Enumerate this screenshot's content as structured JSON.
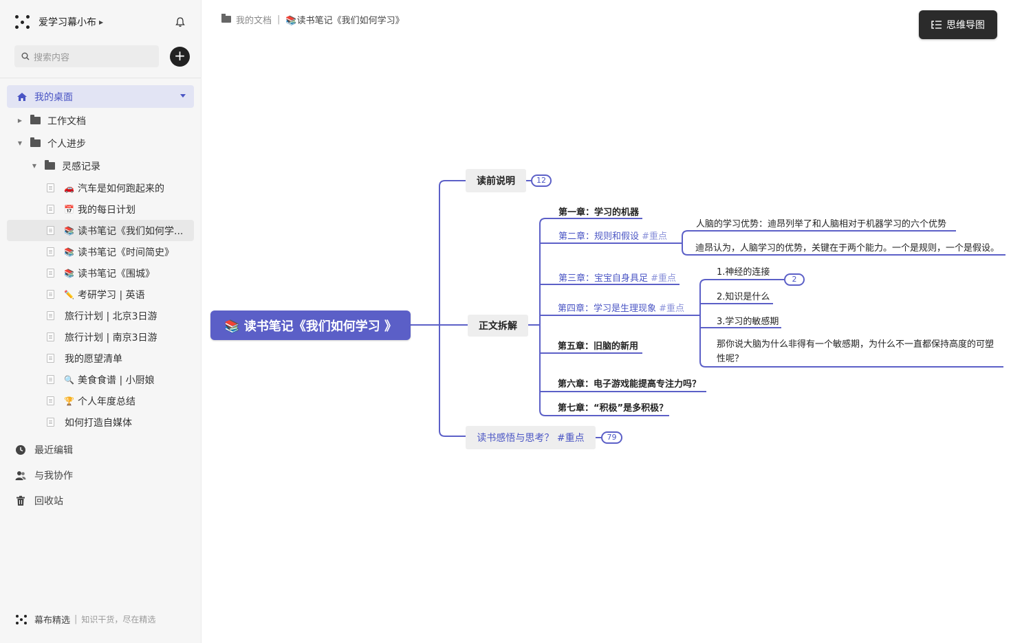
{
  "sidebar": {
    "user_name": "爱学习幕小布",
    "search_placeholder": "搜索内容",
    "desk_label": "我的桌面",
    "tree": [
      {
        "label": "工作文档"
      },
      {
        "label": "个人进步"
      },
      {
        "label": "灵感记录"
      },
      {
        "emoji": "🚗",
        "label": "汽车是如何跑起来的"
      },
      {
        "emoji": "📅",
        "label": "我的每日计划"
      },
      {
        "emoji": "📚",
        "label": "读书笔记《我们如何学..."
      },
      {
        "emoji": "📚",
        "label": "读书笔记《时间简史》"
      },
      {
        "emoji": "📚",
        "label": "读书笔记《围城》"
      },
      {
        "emoji": "✏️",
        "label": "考研学习 | 英语"
      },
      {
        "label": "旅行计划 | 北京3日游"
      },
      {
        "label": "旅行计划 | 南京3日游"
      },
      {
        "label": "我的愿望清单"
      },
      {
        "emoji": "🔍",
        "label": "美食食谱 | 小厨娘"
      },
      {
        "emoji": "🏆",
        "label": "个人年度总结"
      },
      {
        "label": "如何打造自媒体"
      }
    ],
    "recent": "最近编辑",
    "collab": "与我协作",
    "trash": "回收站",
    "footer_brand": "幕布精选",
    "footer_slogan": "知识干货，尽在精选"
  },
  "breadcrumb": {
    "parent": "我的文档",
    "current": "📚读书笔记《我们如何学习》"
  },
  "mindmap_button": "思维导图",
  "mindmap": {
    "root": "📚 读书笔记《我们如何学习 》",
    "branch1": "读前说明",
    "branch1_count": "12",
    "branch2": "正文拆解",
    "branch3": "读书感悟与思考？",
    "branch3_tag": "#重点",
    "branch3_count": "79",
    "ch1": "第一章：学习的机器",
    "ch2": "第二章：规则和假设",
    "ch2_tag": "#重点",
    "ch2_sub1": "人脑的学习优势：迪昂列举了和人脑相对于机器学习的六个优势",
    "ch2_sub2": "迪昂认为，人脑学习的优势，关键在于两个能力。一个是规则，一个是假设。",
    "ch3": "第三章：宝宝自身具足",
    "ch3_tag": "#重点",
    "ch4": "第四章：学习是生理现象",
    "ch4_tag": "#重点",
    "ch4_sub1": "1.神经的连接",
    "ch4_sub1_count": "2",
    "ch4_sub2": "2.知识是什么",
    "ch4_sub3": "3.学习的敏感期",
    "ch4_sub4_line1": "那你说大脑为什么非得有一个敏感期，为什么不一直都保持高度的可塑",
    "ch4_sub4_line2": "性呢？",
    "ch5": "第五章：旧脑的新用",
    "ch6": "第六章：电子游戏能提高专注力吗？",
    "ch7": "第七章：“积极”是多积极？"
  }
}
